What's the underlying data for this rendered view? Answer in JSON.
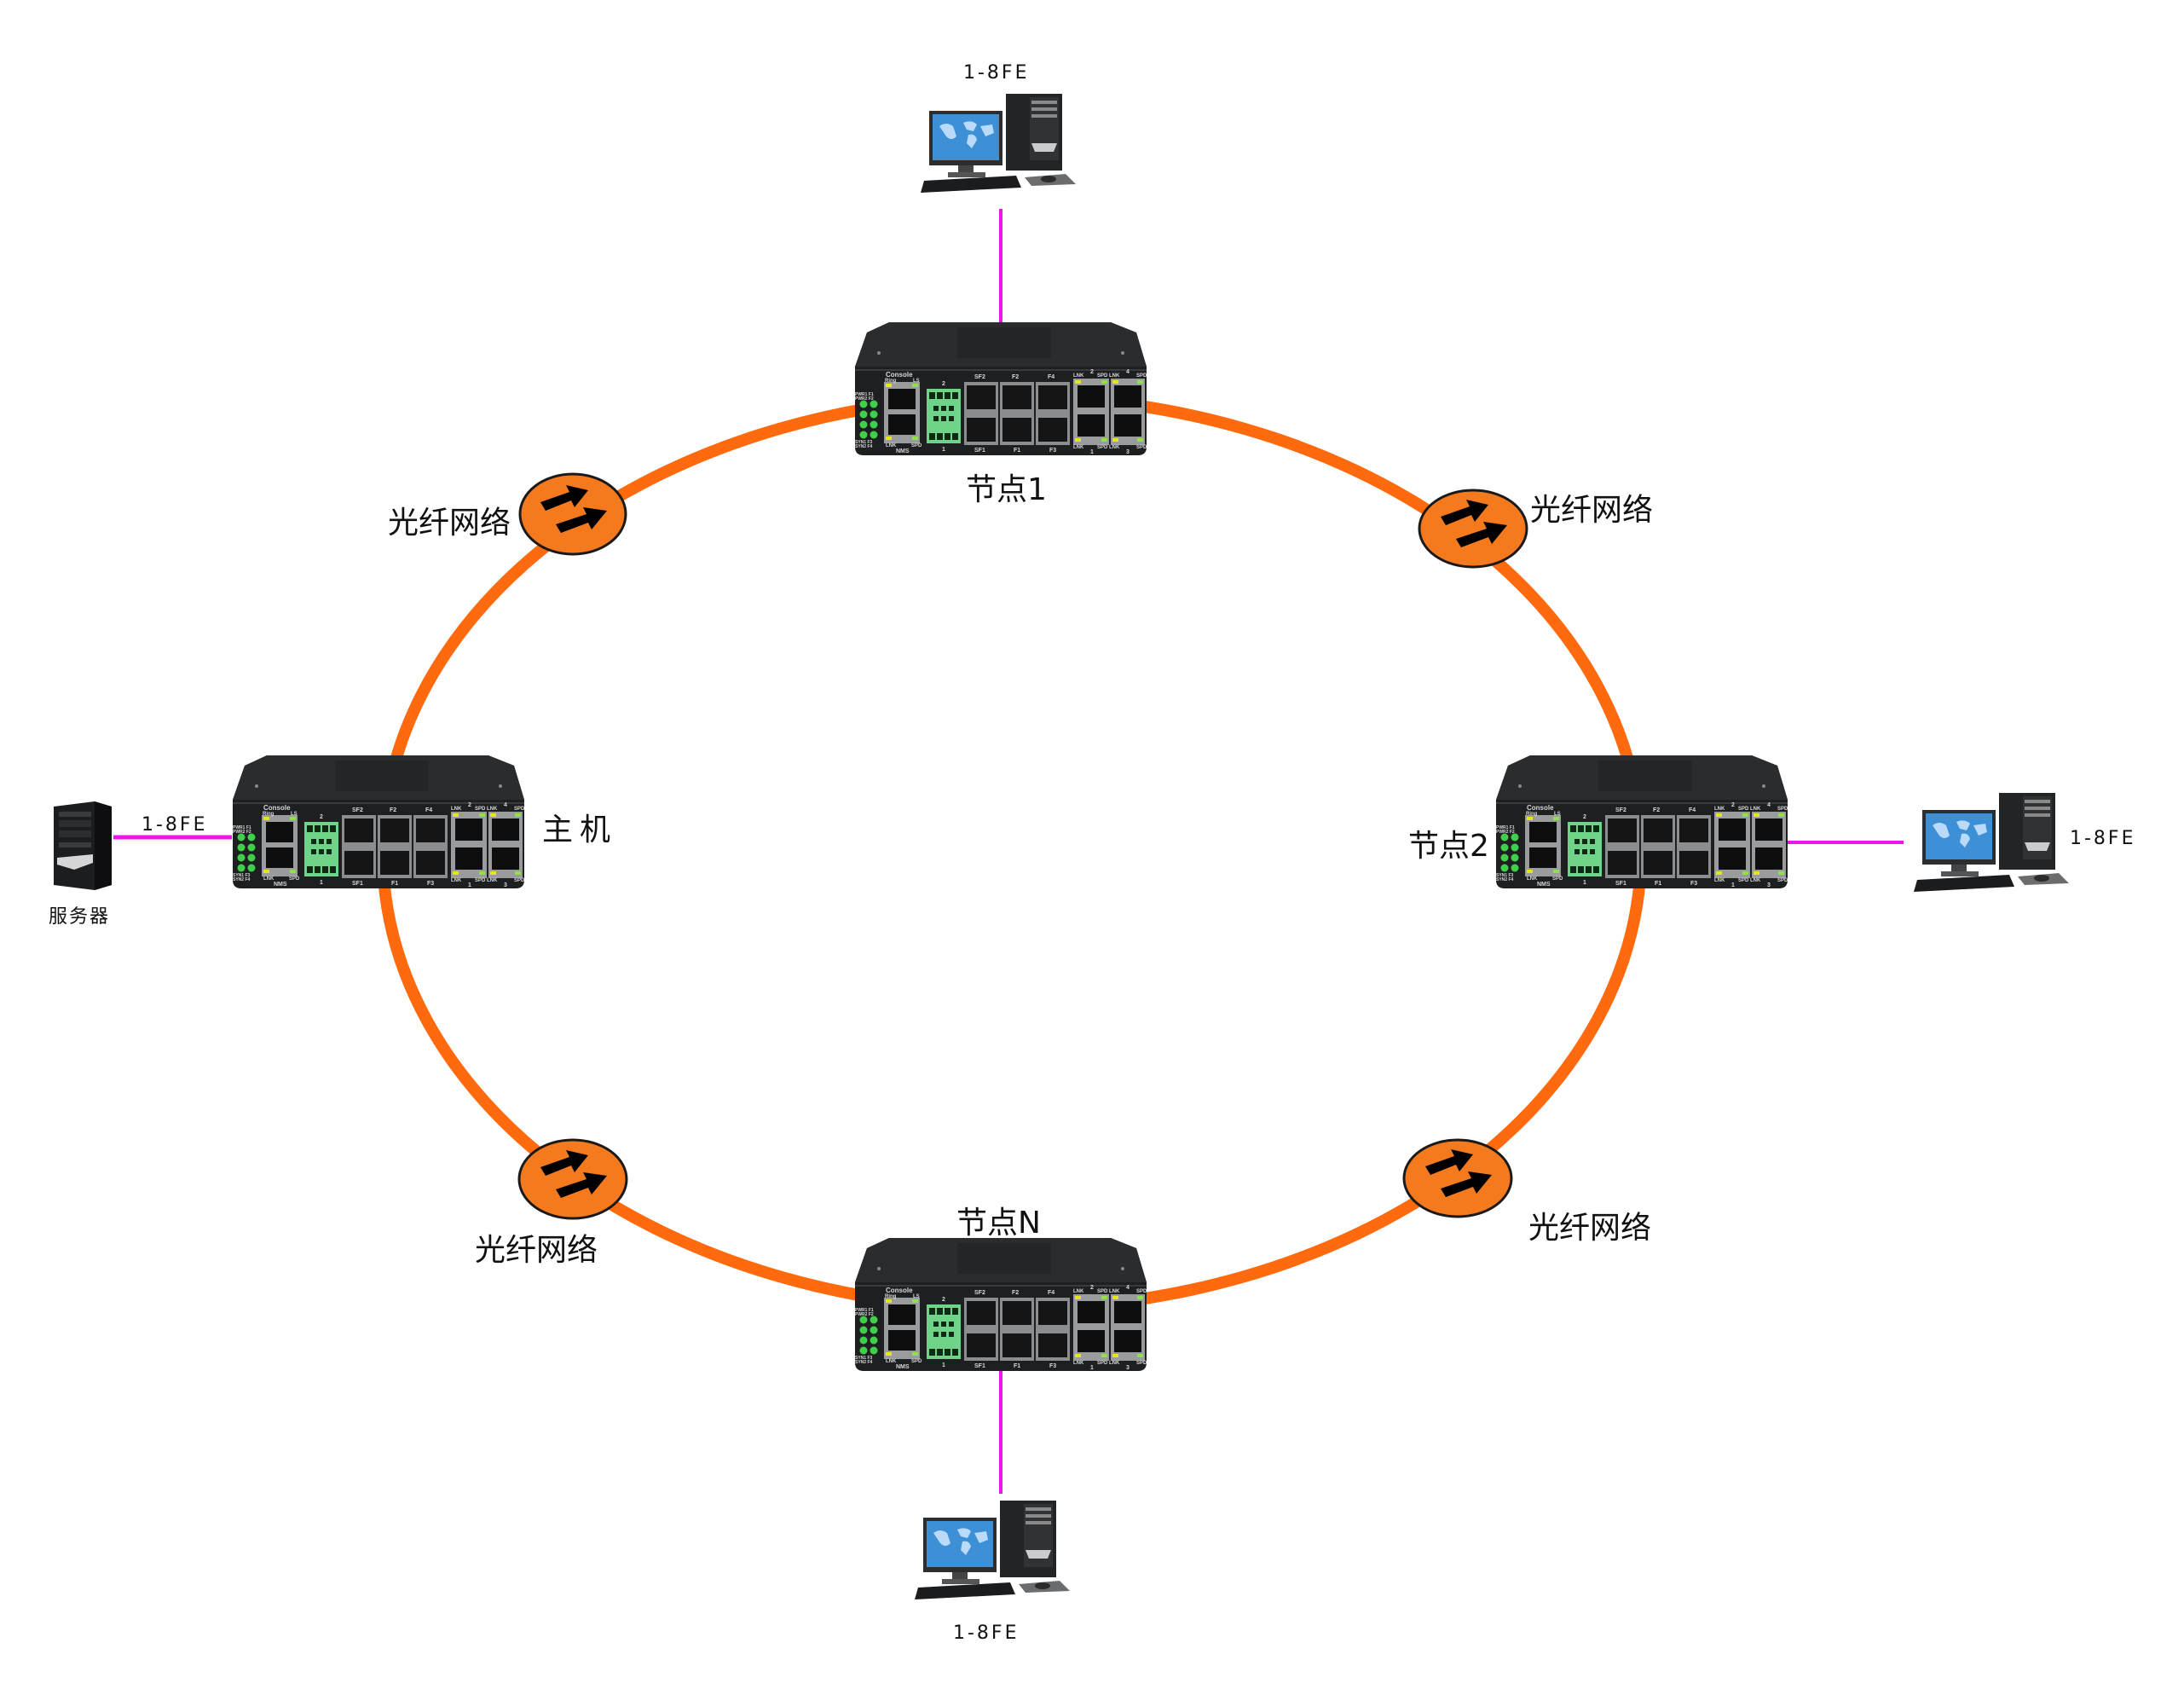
{
  "diagram": {
    "title": "",
    "colors": {
      "ring": "#ff6a0e",
      "badge_fill": "#f57a1e",
      "badge_stroke": "#1a1a1a",
      "access_link": "#ef14e8",
      "switch_body": "#1e1f21",
      "terminal_block": "#6fd489",
      "led_green": "#3fcf4a",
      "led_yellow": "#e5e51c"
    },
    "ring_label": "光纤网络",
    "nodes": [
      {
        "id": "host",
        "label": "主机",
        "role": "master"
      },
      {
        "id": "node1",
        "label": "节点1",
        "role": "node"
      },
      {
        "id": "node2",
        "label": "节点2",
        "role": "node"
      },
      {
        "id": "nodeN",
        "label": "节点N",
        "role": "node"
      }
    ],
    "fiber_segments": [
      {
        "from": "host",
        "to": "node1",
        "label": "光纤网络"
      },
      {
        "from": "node1",
        "to": "node2",
        "label": "光纤网络"
      },
      {
        "from": "node2",
        "to": "nodeN",
        "label": "光纤网络"
      },
      {
        "from": "nodeN",
        "to": "host",
        "label": "光纤网络"
      }
    ],
    "endpoints": [
      {
        "attached_to": "host",
        "device": "server",
        "label": "服务器",
        "link_label": "1-8FE"
      },
      {
        "attached_to": "node1",
        "device": "pc",
        "label": "",
        "link_label": "1-8FE"
      },
      {
        "attached_to": "node2",
        "device": "pc",
        "label": "",
        "link_label": "1-8FE"
      },
      {
        "attached_to": "nodeN",
        "device": "pc",
        "label": "",
        "link_label": "1-8FE"
      }
    ],
    "switch_panel": {
      "console": "Console",
      "ring": "Ring",
      "ls": "LS",
      "nms": "NMS",
      "lnk": "LNK",
      "spd": "SPD",
      "led_top": "PWR1 F1",
      "led_top2": "PWR2 F2",
      "led_bot": "SYN1 F3",
      "led_bot2": "SYN2 F4",
      "tb_top": "2",
      "tb_bot": "1",
      "sfp_top": [
        "SF2",
        "F2",
        "F4"
      ],
      "sfp_bot": [
        "SF1",
        "F1",
        "F3"
      ],
      "rj_top_nums": [
        "2",
        "4"
      ],
      "rj_bot_nums": [
        "1",
        "3"
      ]
    }
  }
}
